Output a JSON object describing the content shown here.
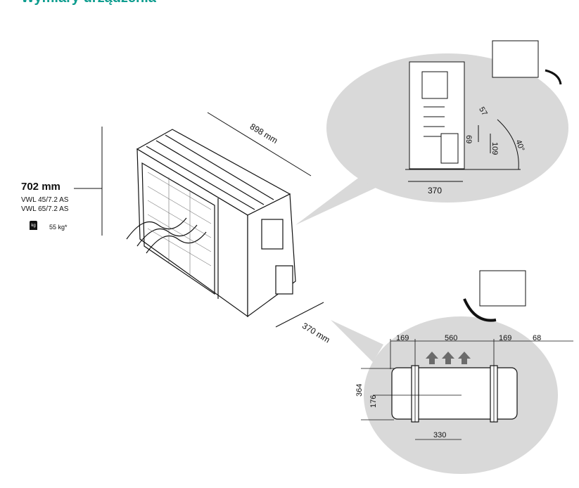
{
  "title": "Wymiary urządzenia",
  "main_unit": {
    "height": "702 mm",
    "models": [
      "VWL 45/7.2 AS",
      "VWL 65/7.2 AS"
    ],
    "weight": "55 kg*",
    "weight_icon_label": "kg",
    "width_label": "898 mm",
    "depth_label": "370 mm"
  },
  "side_view": {
    "width": "370",
    "dim_57": "57",
    "dim_69": "69",
    "dim_109": "109",
    "angle": "40°"
  },
  "top_view": {
    "left_offset": "169",
    "mount_span": "560",
    "right_offset": "169",
    "overhang": "68",
    "depth": "364",
    "mount_depth": "176",
    "mount_x": "330"
  },
  "colors": {
    "accent": "#0f9d8f",
    "bubble": "#d9d9d9",
    "arrow": "#6b6b6b"
  }
}
